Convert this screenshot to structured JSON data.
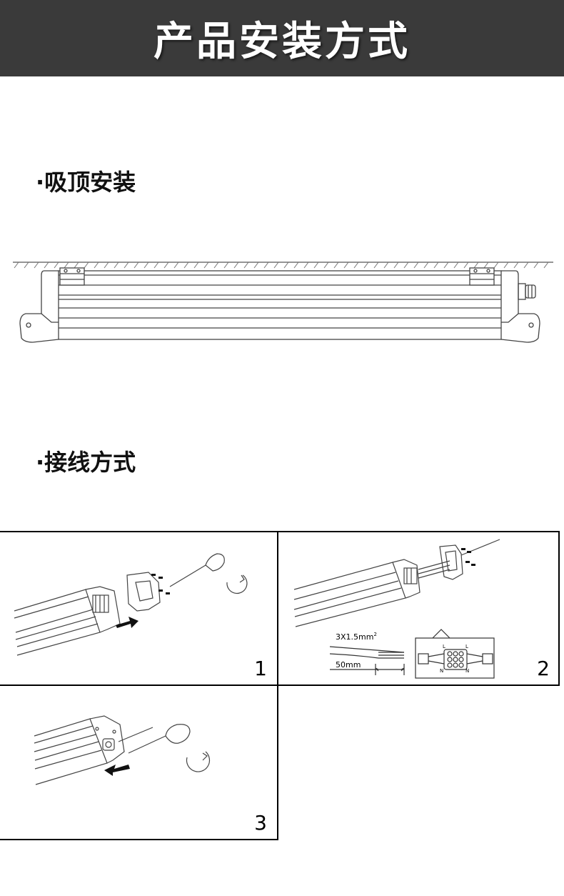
{
  "header": {
    "title": "产品安装方式"
  },
  "sections": {
    "ceiling": {
      "title": "·吸顶安装"
    },
    "wiring": {
      "title": "·接线方式"
    }
  },
  "steps": [
    {
      "number": "1"
    },
    {
      "number": "2",
      "cable_label": "3X1.5mm",
      "cable_sup": "2",
      "strip_label": "50mm",
      "terminal_L": "L",
      "terminal_N": "N"
    },
    {
      "number": "3"
    }
  ]
}
